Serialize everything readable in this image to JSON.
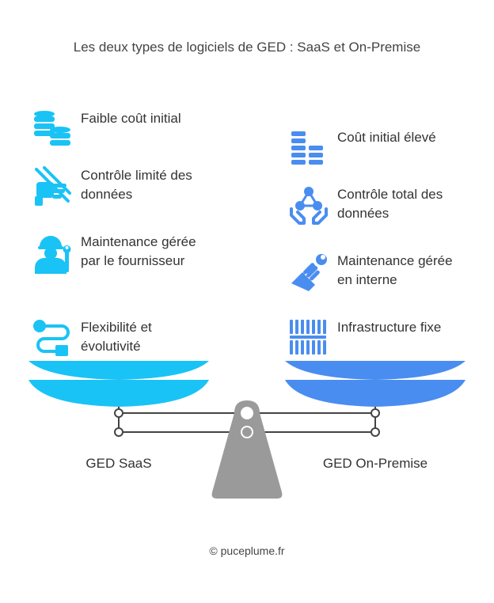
{
  "title": "Les deux types de logiciels de GED : SaaS et On-Premise",
  "left": {
    "label": "GED SaaS",
    "color": "#1AC3F5",
    "items": [
      {
        "text": "Faible coût initial",
        "icon": "coins-stack-icon"
      },
      {
        "text": "Contrôle limité des données",
        "icon": "hand-restricted-icon"
      },
      {
        "text": "Maintenance gérée par le fournisseur",
        "icon": "technician-wrench-icon"
      },
      {
        "text": "Flexibilité et évolutivité",
        "icon": "flexible-path-icon"
      }
    ]
  },
  "right": {
    "label": "GED On-Premise",
    "color": "#4A8DF0",
    "items": [
      {
        "text": "Coût initial élevé",
        "icon": "stacked-bars-icon"
      },
      {
        "text": "Contrôle total des données",
        "icon": "hands-network-icon"
      },
      {
        "text": "Maintenance gérée en interne",
        "icon": "hand-wrench-icon"
      },
      {
        "text": "Infrastructure fixe",
        "icon": "server-rack-icon"
      }
    ]
  },
  "footer": "© puceplume.fr"
}
